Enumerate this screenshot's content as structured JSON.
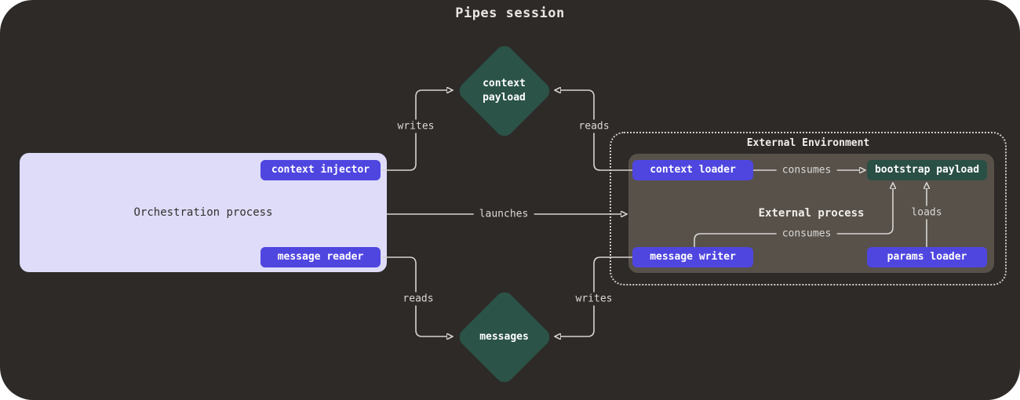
{
  "title": "Pipes session",
  "colors": {
    "background": "#2d2a28",
    "orchestration_box": "#dedcf8",
    "purple_node": "#4f46e0",
    "green_node": "#2b5348",
    "bootstrap_node": "#2a4f44",
    "external_process_box": "#57514a",
    "edge": "#d6d4d1"
  },
  "nodes": {
    "context_payload": {
      "label": "context\npayload"
    },
    "messages": {
      "label": "messages"
    },
    "orchestration": {
      "label": "Orchestration process",
      "context_injector": "context injector",
      "message_reader": "message reader"
    },
    "external_environment": {
      "title": "External Environment",
      "process_label": "External process",
      "context_loader": "context loader",
      "bootstrap_payload": "bootstrap payload",
      "message_writer": "message writer",
      "params_loader": "params loader"
    }
  },
  "edges": {
    "writes_top": "writes",
    "reads_top": "reads",
    "launches": "launches",
    "reads_bottom": "reads",
    "writes_bottom": "writes",
    "consumes_top": "consumes",
    "consumes_bottom": "consumes",
    "loads": "loads"
  }
}
